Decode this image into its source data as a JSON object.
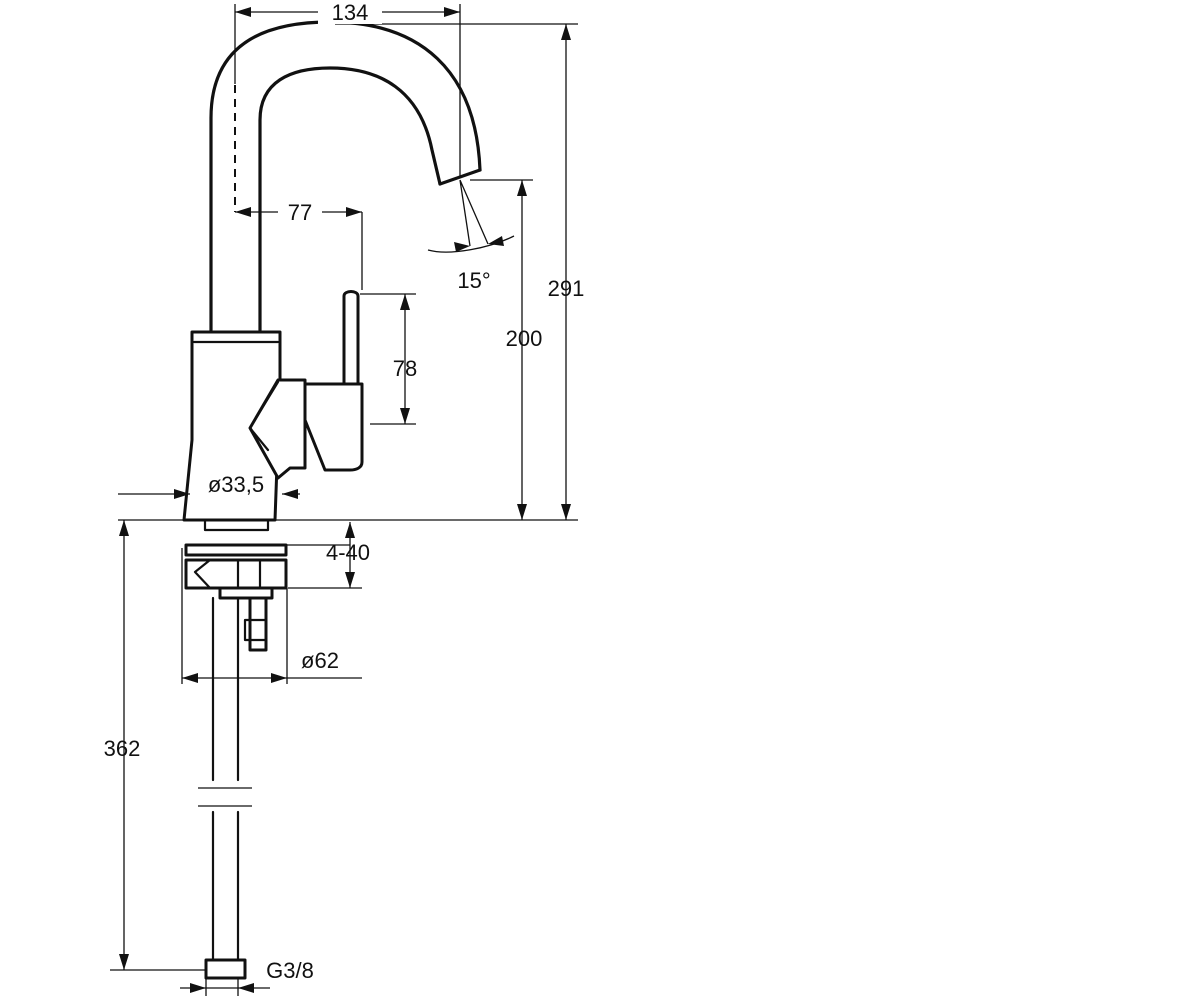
{
  "dimensions": {
    "spout_reach": "134",
    "lever_offset": "77",
    "spout_angle": "15°",
    "total_height": "291",
    "spout_height": "200",
    "lever_height": "78",
    "body_diameter": "ø33,5",
    "deck_thickness": "4-40",
    "base_diameter": "ø62",
    "hose_length": "362",
    "connection_thread": "G3/8"
  },
  "colors": {
    "line": "#111111",
    "background": "#ffffff"
  }
}
